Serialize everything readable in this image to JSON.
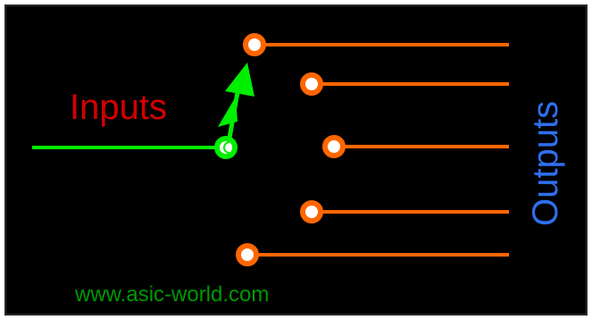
{
  "diagram": {
    "title_inputs": "Inputs",
    "title_outputs": "Outputs",
    "watermark": "www.asic-world.com",
    "input_count": 1,
    "output_count": 5
  },
  "colors": {
    "background": "#000000",
    "frame": "#ffffff",
    "input_line": "#00ee00",
    "inputs_text": "#d40000",
    "outputs_text": "#2f6ff0",
    "output_line": "#ff6600",
    "watermark_text": "#009900"
  },
  "icons": {
    "input_node": "input-node-icon",
    "output_node": "output-node-icon",
    "arrow": "selector-arrow-icon"
  }
}
